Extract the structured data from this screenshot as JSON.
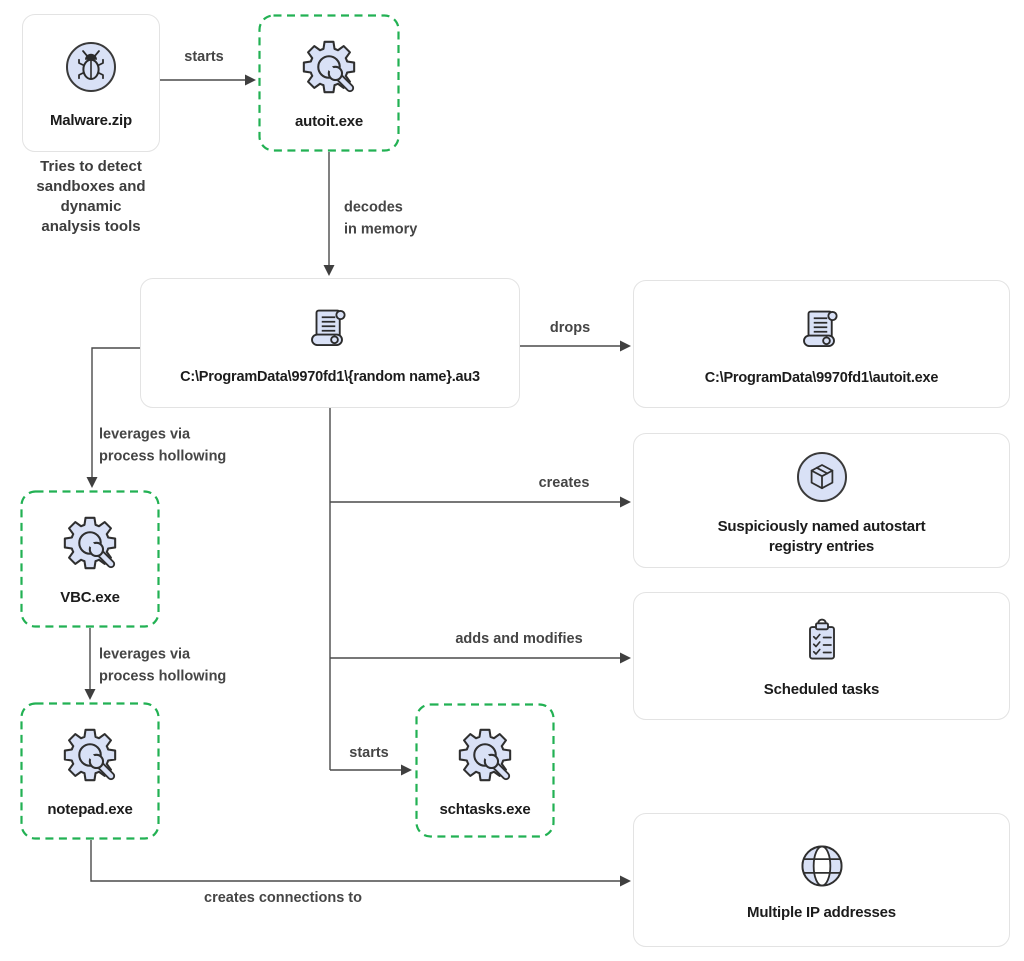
{
  "nodes": {
    "malware_zip": {
      "label": "Malware.zip",
      "caption": "Tries to detect\nsandboxes and\ndynamic\nanalysis tools"
    },
    "autoit": {
      "label": "autoit.exe"
    },
    "decoded_script": {
      "label": "C:\\ProgramData\\9970fd1\\{random name}.au3"
    },
    "dropped_exe": {
      "label": "C:\\ProgramData\\9970fd1\\autoit.exe"
    },
    "vbc": {
      "label": "VBC.exe"
    },
    "notepad": {
      "label": "notepad.exe"
    },
    "registry": {
      "label": "Suspiciously named autostart\nregistry entries"
    },
    "scheduled_tasks": {
      "label": "Scheduled tasks"
    },
    "schtasks": {
      "label": "schtasks.exe"
    },
    "ip_addresses": {
      "label": "Multiple IP addresses"
    }
  },
  "edges": {
    "starts_1": {
      "label": "starts"
    },
    "decodes": {
      "label": "decodes\nin memory"
    },
    "drops": {
      "label": "drops"
    },
    "hollow_1": {
      "label": "leverages via\nprocess hollowing"
    },
    "hollow_2": {
      "label": "leverages via\nprocess hollowing"
    },
    "creates": {
      "label": "creates"
    },
    "adds_modifies": {
      "label": "adds and modifies"
    },
    "starts_2": {
      "label": "starts"
    },
    "connections": {
      "label": "creates connections to"
    }
  },
  "colors": {
    "dashed_green": "#22b153",
    "icon_fill": "#d9e1f6",
    "icon_stroke": "#2f2f2f",
    "wire": "#4a4a4a",
    "card_border": "#e3e3e3",
    "node_text": "#1c1c1c",
    "edge_text": "#454545"
  }
}
